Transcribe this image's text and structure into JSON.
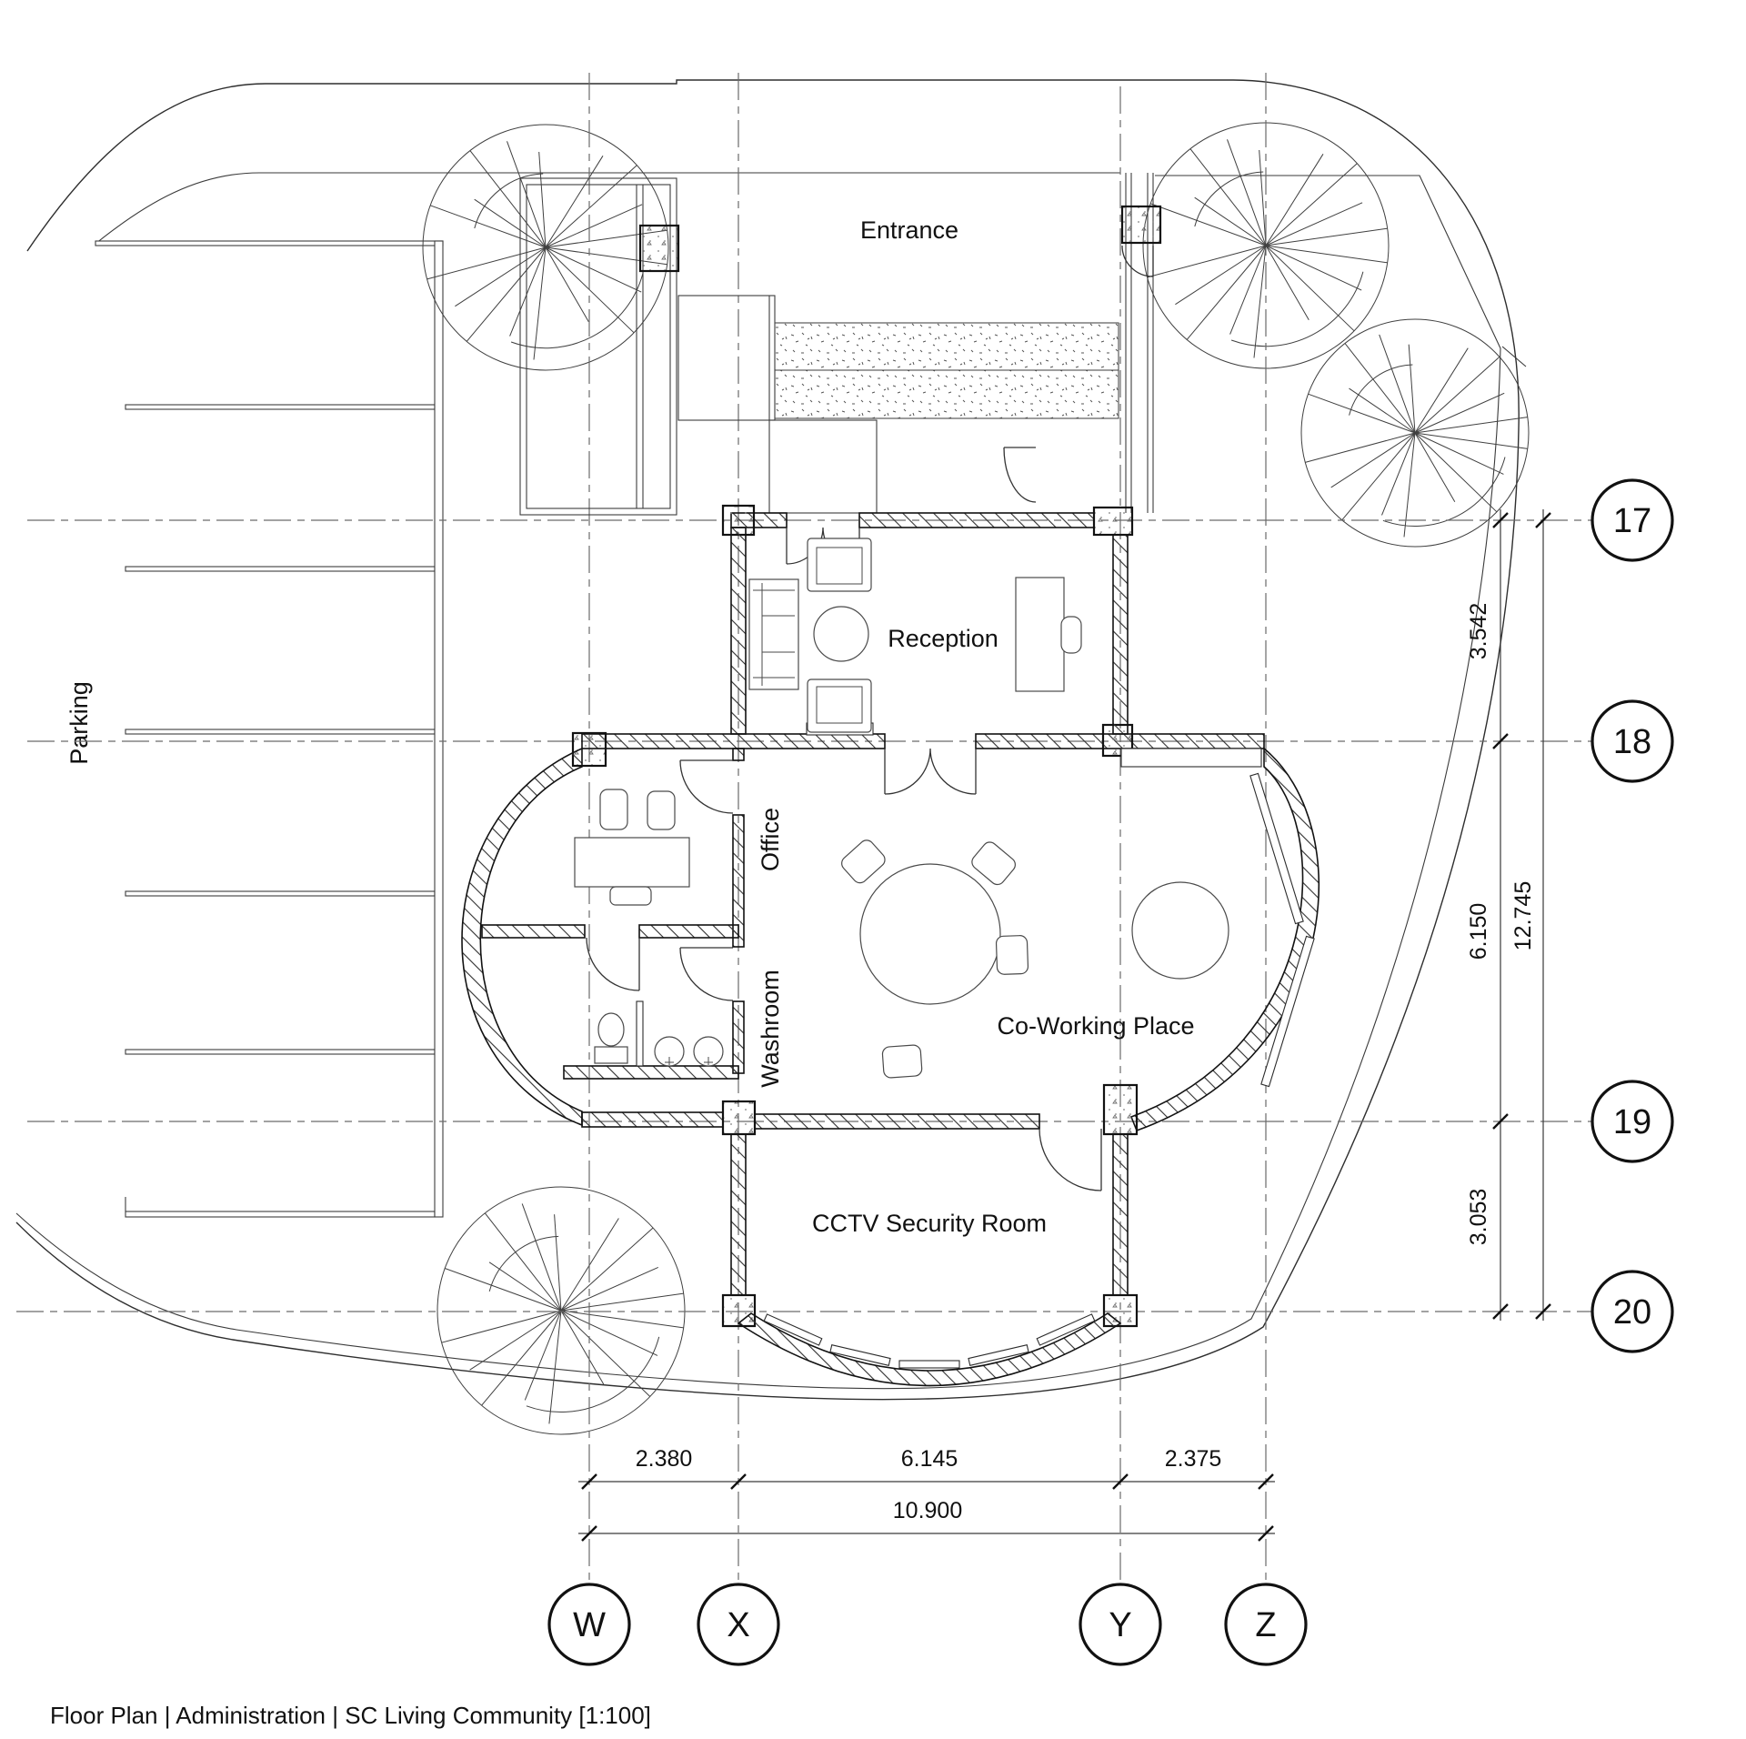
{
  "title": "Floor Plan | Administration | SC Living Community [1:100]",
  "labels": {
    "entrance": "Entrance",
    "reception": "Reception",
    "office": "Office",
    "washroom": "Washroom",
    "coworking": "Co-Working Place",
    "cctv": "CCTV Security Room",
    "parking": "Parking"
  },
  "grid": {
    "columns": [
      {
        "label": "W"
      },
      {
        "label": "X"
      },
      {
        "label": "Y"
      },
      {
        "label": "Z"
      }
    ],
    "rows": [
      {
        "label": "17"
      },
      {
        "label": "18"
      },
      {
        "label": "19"
      },
      {
        "label": "20"
      }
    ]
  },
  "dimensions": {
    "col_segments": [
      "2.380",
      "6.145",
      "2.375"
    ],
    "col_total": "10.900",
    "row_segments": [
      "3.542",
      "6.150",
      "3.053"
    ],
    "row_total": "12.745"
  },
  "colors": {
    "line": "#1a1a1a",
    "grid_line": "#6a6a6a",
    "furniture": "#4a4a4a",
    "tree": "#404040",
    "paper": "#ffffff"
  }
}
